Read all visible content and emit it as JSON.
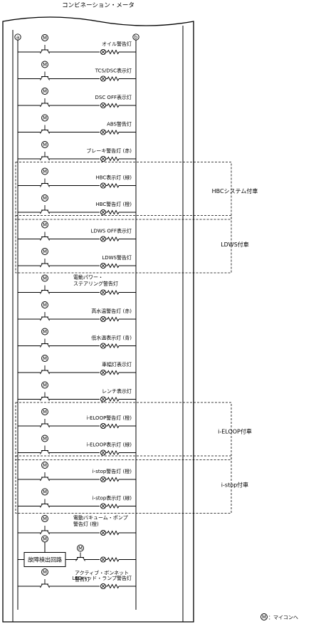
{
  "title": "コンビネーション・メータ",
  "terminal_a": "a",
  "terminal_b": "b",
  "meter_symbol": "M",
  "legend_text": "：マイコンへ",
  "lamps": [
    {
      "label": "オイル警告灯"
    },
    {
      "label": "TCS/DSC表示灯"
    },
    {
      "label": "DSC OFF表示灯"
    },
    {
      "label": "ABS警告灯"
    },
    {
      "label": "ブレーキ警告灯 (赤)"
    },
    {
      "label": "HBC表示灯 (緑)"
    },
    {
      "label": "HBC警告灯 (橙)"
    },
    {
      "label": "LDWS OFF表示灯"
    },
    {
      "label": "LDWS警告灯"
    },
    {
      "label": "電動パワー・",
      "label2": "ステアリング警告灯"
    },
    {
      "label": "高水温警告灯 (赤)"
    },
    {
      "label": "低水温表示灯 (青)"
    },
    {
      "label": "車幅灯表示灯"
    },
    {
      "label": "レンチ表示灯"
    },
    {
      "label": "i-ELOOP警告灯 (橙)"
    },
    {
      "label": "i-ELOOP表示灯 (緑)"
    },
    {
      "label": "i-stop警告灯 (橙)"
    },
    {
      "label": "i-stop表示灯 (緑)"
    },
    {
      "label": "電動バキューム・ポンプ",
      "label2": "警告灯 (橙)"
    },
    {
      "label": "アクティブ・ボンネット",
      "label2": "警告灯",
      "fault_circuit": "故障検出回路"
    },
    {
      "label": "LEDヘッド・ランプ警告灯"
    }
  ],
  "groups": [
    {
      "label": "HBCシステム付車",
      "first": 5,
      "last": 6
    },
    {
      "label": "LDWS付車",
      "first": 7,
      "last": 8
    },
    {
      "label": "i-ELOOP付車",
      "first": 14,
      "last": 15
    },
    {
      "label": "i-stop付車",
      "first": 16,
      "last": 17
    }
  ]
}
